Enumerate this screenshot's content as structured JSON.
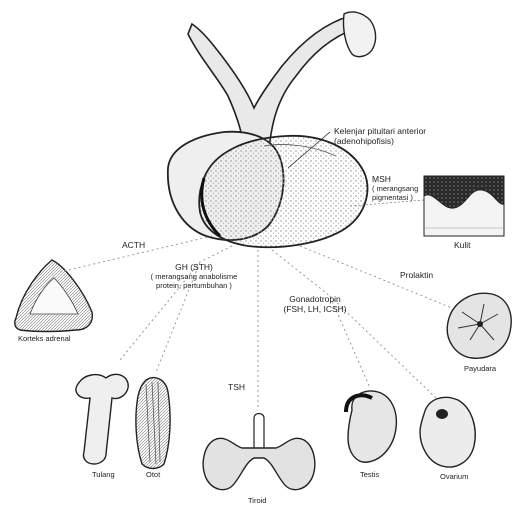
{
  "labels": {
    "anterior_line1": "Kelenjar pituitari anterior",
    "anterior_line2": "(adenohipofisis)",
    "msh_title": "MSH",
    "msh_line1": "( merangsang",
    "msh_line2": "pigmentasi )",
    "kulit": "Kulit",
    "acth": "ACTH",
    "gh_title": "GH  (STH)",
    "gh_line1": "( merangsang anabolisme",
    "gh_line2": "protein, pertumbuhan )",
    "prolaktin": "Prolaktin",
    "gonad_line1": "Gonadotropin",
    "gonad_line2": "(FSH, LH, ICSH)",
    "korteks": "Korteks adrenal",
    "payudara": "Payudara",
    "tsh": "TSH",
    "tulang": "Tulang",
    "otot": "Otot",
    "tiroid": "Tiroid",
    "testis": "Testis",
    "ovarium": "Ovarium"
  },
  "colors": {
    "ink": "#222222",
    "stipple": "#9a9a9a",
    "paper": "#ffffff"
  }
}
